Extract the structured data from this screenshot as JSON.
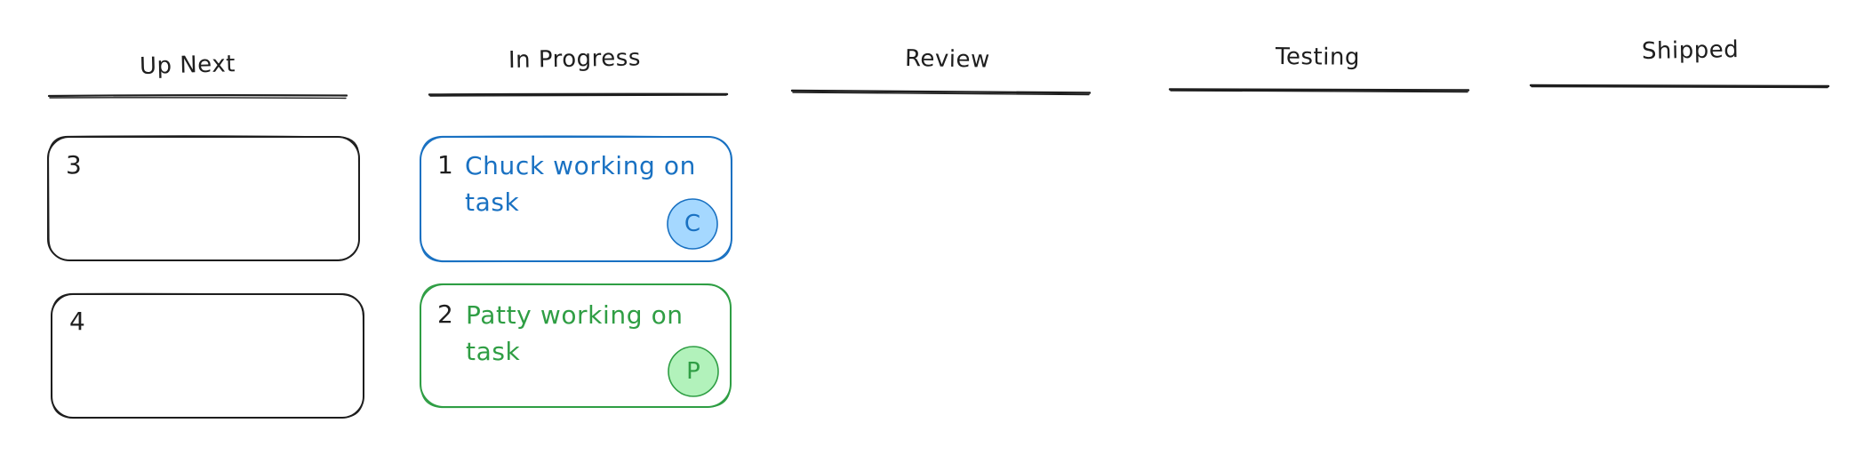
{
  "board": {
    "columns": [
      {
        "title": "Up Next"
      },
      {
        "title": "In Progress"
      },
      {
        "title": "Review"
      },
      {
        "title": "Testing"
      },
      {
        "title": "Shipped"
      }
    ],
    "cards": [
      {
        "column": "Up Next",
        "number": "3",
        "text": "",
        "stroke": "#1e1e1e"
      },
      {
        "column": "Up Next",
        "number": "4",
        "text": "",
        "stroke": "#1e1e1e"
      },
      {
        "column": "In Progress",
        "number": "1",
        "text": "Chuck working on task",
        "stroke": "#1971c2",
        "text_color": "#1971c2",
        "avatar": {
          "initial": "C",
          "fill": "#a5d8ff",
          "stroke": "#1971c2"
        }
      },
      {
        "column": "In Progress",
        "number": "2",
        "text": "Patty working on task",
        "stroke": "#2f9e44",
        "text_color": "#2f9e44",
        "avatar": {
          "initial": "P",
          "fill": "#b2f2bb",
          "stroke": "#2f9e44"
        }
      }
    ]
  },
  "colors": {
    "ink": "#1e1e1e",
    "blue": "#1971c2",
    "blue_fill": "#a5d8ff",
    "green": "#2f9e44",
    "green_fill": "#b2f2bb",
    "background": "#ffffff"
  }
}
